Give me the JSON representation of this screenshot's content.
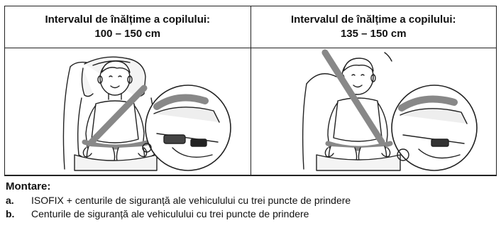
{
  "columns": [
    {
      "heading_line1": "Intervalul de înălțime a copilului:",
      "heading_line2": "100 – 150 cm"
    },
    {
      "heading_line1": "Intervalul de înălțime a copilului:",
      "heading_line2": "135 – 150 cm"
    }
  ],
  "mounting": {
    "title": "Montare:",
    "items": [
      {
        "letter": "a.",
        "text": "ISOFIX + centurile de siguranță ale vehiculului cu trei puncte de prindere"
      },
      {
        "letter": "b.",
        "text": "Centurile de siguranță ale vehiculului cu trei puncte de prindere"
      }
    ]
  }
}
